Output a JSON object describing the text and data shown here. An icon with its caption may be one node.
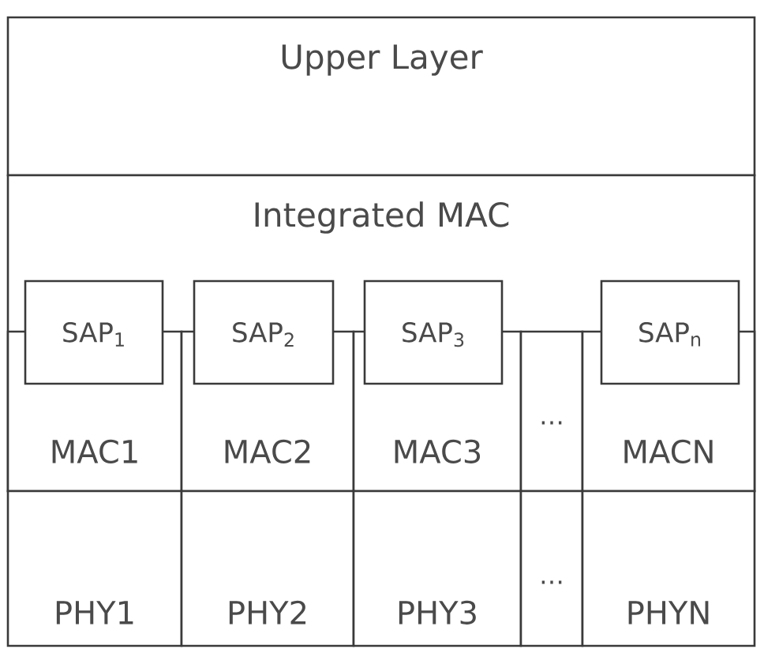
{
  "diagram": {
    "nodes": [
      {
        "text": [
          "Upper Layer"
        ]
      },
      {
        "text": [
          "Integrated MAC"
        ]
      },
      {
        "text": [
          "SAP$_{1}$"
        ],
        "in": 1
      },
      {
        "text": [
          "SAP$_{2}$"
        ],
        "in": 1
      },
      {
        "text": [
          "SAP$_{3}$"
        ],
        "in": 1
      },
      {
        "text": [
          "SAP$_{n}$"
        ],
        "in": 1
      },
      {
        "text": [
          "MAC1"
        ],
        "in": 1
      },
      {
        "text": [
          "MAC2"
        ],
        "in": 1
      },
      {
        "text": [
          "MAC3"
        ],
        "in": 1
      },
      {
        "text": [
          "…"
        ],
        "in": 1
      },
      {
        "text": [
          "MACN"
        ],
        "in": 1
      },
      {
        "text": [
          "PHY1"
        ]
      },
      {
        "text": [
          "PHY2"
        ]
      },
      {
        "text": [
          "PHY3"
        ]
      },
      {
        "text": [
          "…"
        ]
      },
      {
        "text": [
          "PHYN"
        ]
      }
    ]
  }
}
